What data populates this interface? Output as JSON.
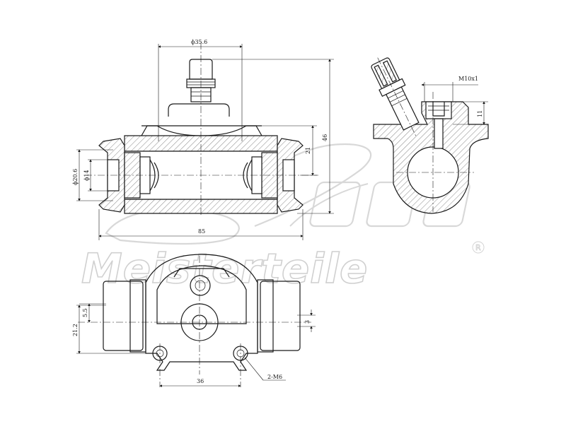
{
  "brand": {
    "watermark": "Meisterteile",
    "registered": "R"
  },
  "dimensions": {
    "bore_outer": "ϕ35.6",
    "overall_height": "46",
    "body_height": "21",
    "outer_diameter": "ϕ20.6",
    "inner_diameter": "ϕ14",
    "overall_length": "85",
    "thread": "M10x1",
    "thread_depth": "11",
    "offset_vertical": "5.5",
    "mount_height": "21.2",
    "small_offset": "3",
    "hole_spacing": "36",
    "mount_thread": "2-M6"
  }
}
